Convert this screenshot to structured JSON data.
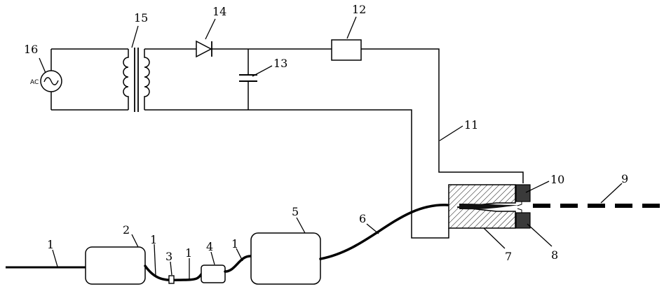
{
  "labels": {
    "l1a": "1",
    "l1b": "1",
    "l1c": "1",
    "l1d": "1",
    "l2": "2",
    "l3": "3",
    "l4": "4",
    "l5": "5",
    "l6": "6",
    "l7": "7",
    "l8": "8",
    "l9": "9",
    "l10": "10",
    "l11": "11",
    "l12": "12",
    "l13": "13",
    "l14": "14",
    "l15": "15",
    "l16": "16"
  },
  "ac_source": {
    "text": "AC"
  }
}
